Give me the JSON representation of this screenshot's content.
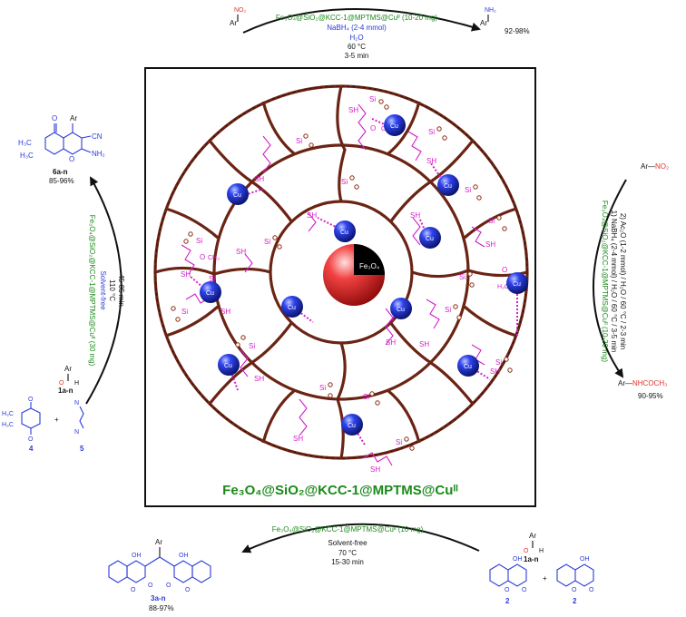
{
  "catalyst_name": "Fe₃O₄@SiO₂@KCC-1@MPTMS@Cuᴵᴵ",
  "core_label": "Fe₃O₄",
  "top": {
    "catalyst": "Fe₃O₄@SiO₂@KCC-1@MPTMS@Cuᴵᴵ (10-20 mg)",
    "reagent": "NaBH₄ (2-4 mmol)",
    "solvent": "H₂O",
    "temperature": "60 °C",
    "time": "3-5 min",
    "yield": "92-98%"
  },
  "left": {
    "product_label": "6a-n",
    "yield": "85-96%",
    "catalyst": "Fe₃O₄@SiO₂@KCC-1@MPTMS@Cuᴵᴵ (30 mg)",
    "solvent": "Solvent-free",
    "temperature": "110 °C",
    "time": "45-85 min",
    "aldehyde_label": "1a-n",
    "dimedone_label": "4",
    "malononitrile_label": "5"
  },
  "right": {
    "catalyst": "Fe₃O₄@SiO₂@KCC-1@MPTMS@Cuᴵᴵ (10-20 mg)",
    "step1": "1) NaBH₄ (2-4 mmol) / H₂O / 60 °C / 3-5 min",
    "step2": "2) Ac₂O (1-2 mmol) / H₂O / 60 °C / 2-3 min",
    "yield": "90-95%"
  },
  "bottom": {
    "catalyst": "Fe₃O₄@SiO₂@KCC-1@MPTMS@Cuᴵᴵ (10 mg)",
    "solvent": "Solvent-free",
    "temperature": "70 °C",
    "time": "15-30 min",
    "product_label": "3a-n",
    "yield": "88-97%",
    "aldehyde_label": "1a-n",
    "coumarin_label_a": "2",
    "coumarin_label_b": "2"
  }
}
